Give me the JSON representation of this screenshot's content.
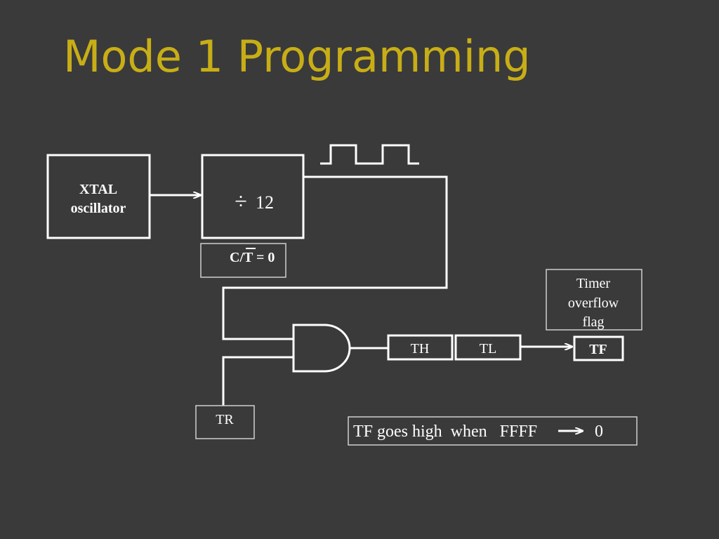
{
  "title": "Mode 1 Programming",
  "colors": {
    "background": "#3a3a3a",
    "title": "#c8ae16",
    "lines": "#ffffff"
  },
  "diagram": {
    "xtal_line1": "XTAL",
    "xtal_line2": "oscillator",
    "divider_symbol": "÷",
    "divider_value": "12",
    "ct_left": "C/",
    "ct_bar": "T",
    "ct_right": " = 0",
    "timer_flag_line1": "Timer",
    "timer_flag_line2": "overflow",
    "timer_flag_line3": "flag",
    "th": "TH",
    "tl": "TL",
    "tf": "TF",
    "tr": "TR",
    "note_text": "TF goes high  when   FFFF",
    "note_zero": "0"
  }
}
